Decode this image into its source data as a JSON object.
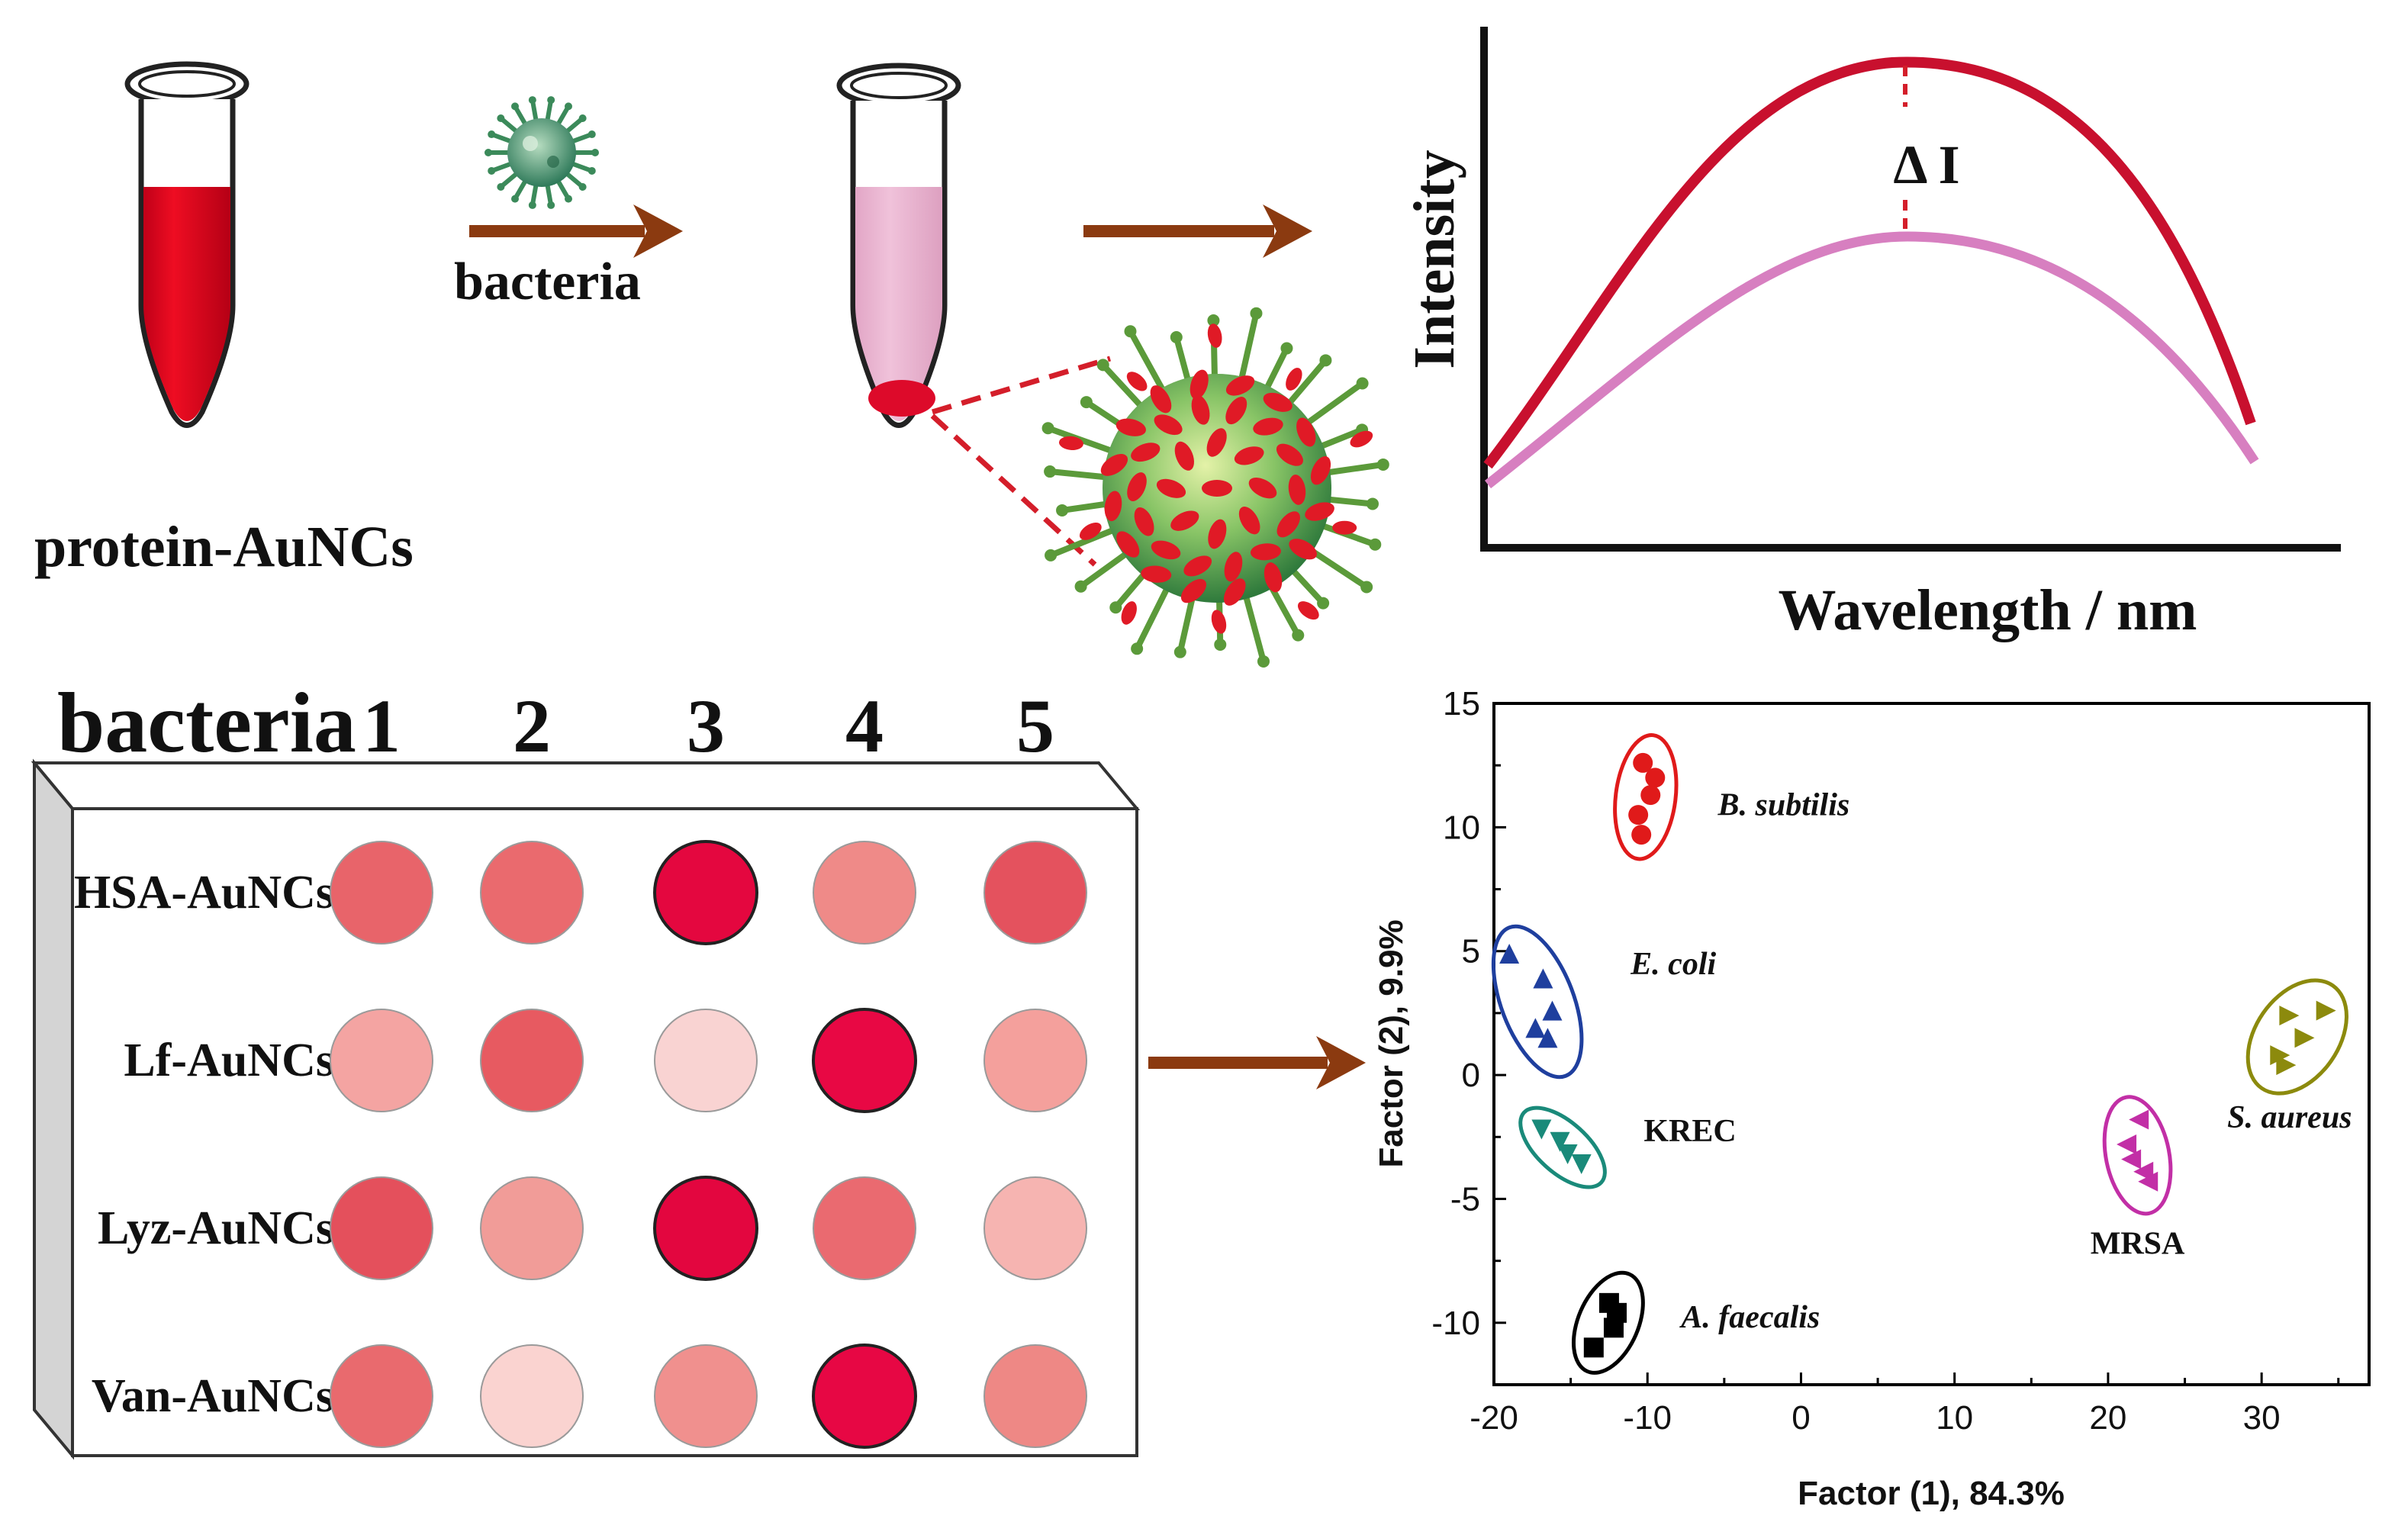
{
  "schematic": {
    "tube_label": "protein-AuNCs",
    "arrow_label": "bacteria"
  },
  "spectrum": {
    "ylabel": "Intensity",
    "xlabel": "Wavelength / nm",
    "delta_label": "Δ I",
    "colors": {
      "before": "#c8102e",
      "after": "#d77fc0"
    }
  },
  "array": {
    "header_word": "bacteria",
    "columns": [
      "1",
      "2",
      "3",
      "4",
      "5"
    ],
    "rows": [
      {
        "label": "HSA-AuNCs",
        "fills": [
          "#e8646a",
          "#ea6a6e",
          "#e4073f",
          "#ef8a88",
          "#e4525e"
        ]
      },
      {
        "label": "Lf-AuNCs",
        "fills": [
          "#f4a4a2",
          "#e75a61",
          "#f9d3d2",
          "#e80844",
          "#f4a09c"
        ]
      },
      {
        "label": "Lyz-AuNCs",
        "fills": [
          "#e4505c",
          "#f19c98",
          "#e3063f",
          "#ea6a70",
          "#f6b4b1"
        ]
      },
      {
        "label": "Van-AuNCs",
        "fills": [
          "#e96a6e",
          "#fad3d0",
          "#f0908e",
          "#e70744",
          "#ee8885"
        ]
      }
    ]
  },
  "chart_data": {
    "type": "scatter",
    "xlabel": "Factor (1), 84.3%",
    "ylabel": "Factor (2), 9.9%",
    "xlim": [
      -20,
      37
    ],
    "ylim": [
      -12.5,
      15
    ],
    "xticks": [
      -20,
      -10,
      0,
      10,
      20,
      30
    ],
    "yticks": [
      15,
      10,
      5,
      0,
      -5,
      -10
    ],
    "series": [
      {
        "name": "B. subtilis",
        "italic": true,
        "color": "#e01a1a",
        "marker": "circle",
        "x": [
          -10.3,
          -9.5,
          -9.8,
          -10.6,
          -10.4
        ],
        "y": [
          12.6,
          12.0,
          11.3,
          10.5,
          9.7
        ]
      },
      {
        "name": "E. coli",
        "italic": true,
        "color": "#1f3f9e",
        "marker": "triangle-up",
        "x": [
          -19.0,
          -16.8,
          -16.2,
          -17.3,
          -16.5
        ],
        "y": [
          4.9,
          3.9,
          2.6,
          1.9,
          1.5
        ]
      },
      {
        "name": "KREC",
        "italic": false,
        "color": "#1a8a7a",
        "marker": "triangle-down",
        "x": [
          -16.9,
          -15.7,
          -15.2,
          -14.3
        ],
        "y": [
          -2.2,
          -2.7,
          -3.2,
          -3.6
        ]
      },
      {
        "name": "A. faecalis",
        "italic": true,
        "color": "#000000",
        "marker": "square",
        "x": [
          -12.5,
          -12.0,
          -12.2,
          -13.5
        ],
        "y": [
          -9.2,
          -9.6,
          -10.2,
          -11.0
        ]
      },
      {
        "name": "MRSA",
        "italic": false,
        "color": "#c22fa6",
        "marker": "triangle-left",
        "x": [
          22.0,
          21.2,
          21.5,
          22.3,
          22.6
        ],
        "y": [
          -1.8,
          -2.8,
          -3.4,
          -3.9,
          -4.3
        ]
      },
      {
        "name": "S. aureus",
        "italic": true,
        "color": "#8c8a0d",
        "marker": "triangle-right",
        "x": [
          31.8,
          34.2,
          32.8,
          31.2,
          31.6
        ],
        "y": [
          2.4,
          2.6,
          1.5,
          0.8,
          0.4
        ]
      }
    ]
  },
  "flow_arrow_color": "#8b3a10"
}
